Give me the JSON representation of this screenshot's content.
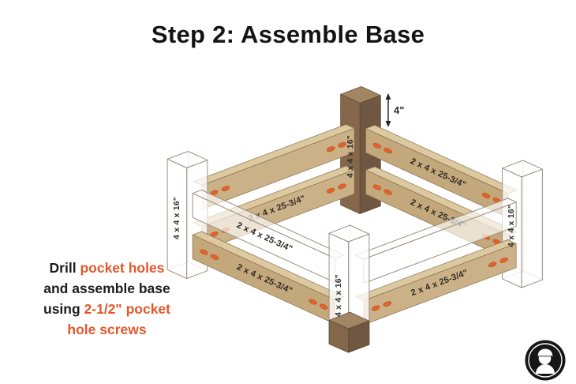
{
  "title": "Step 2: Assemble Base",
  "labels": {
    "rail": "2 x 4 x 25-3/4\"",
    "leg": "4 x 4 x 16\"",
    "offset_dimension": "4\""
  },
  "instructions": {
    "line1_prefix": "Drill ",
    "line1_highlight": "pocket holes",
    "line2": "and assemble base",
    "line3_prefix": "using ",
    "line3_highlight": "2-1/2\" pocket",
    "line4_highlight": "hole screws"
  },
  "icons": {
    "brand_logo": "engineer-badge-icon"
  },
  "colors": {
    "accent_orange": "#E2582A",
    "pocket_hole_orange": "#E2622B",
    "post_dark": "#6F5741",
    "post_medium": "#85684C",
    "rail_tan": "#C3A87C",
    "rail_top_cream": "#DCC9A0",
    "background": "#FFFFFF",
    "text_dark": "#141414"
  }
}
